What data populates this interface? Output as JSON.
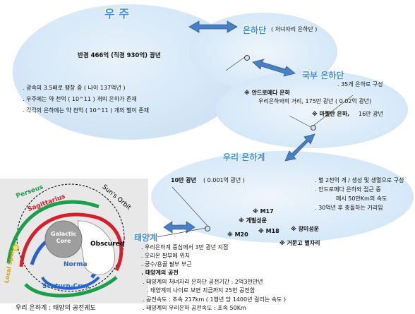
{
  "universe": {
    "title": "우 주",
    "radius": "반경 466억 (직경 930억) 광년",
    "lines": [
      ". 광속의 3.5배로 팽창 중 ( 나이 137억년 )",
      ". 우주에는 약 천억 ( 10^11 ) 개의 은하가 존재",
      ". 각각의 은하에는 약 천억 ( 10^11 ) 개의 별이 존재"
    ]
  },
  "supercluster": {
    "title": "은하단",
    "note": "( 처녀자리 은하단 )"
  },
  "local_group": {
    "title": "국부 은하단",
    "line1": ". 35개 은하로 구성",
    "andromeda": "※ 안드로메다 은하",
    "andromeda_detail": "우리은하와의 거리, 175만 광년 ( 0.02억 광년)",
    "magellan": "※ 마젤란 은하,",
    "magellan_detail": "16만 광년"
  },
  "milky_way": {
    "title": "우리 은하계",
    "size": "10만 광년",
    "size_detail": "( 0.001억 광년 )",
    "lines": [
      ". 별 2천억 개 / 생성 및 생멸으로 구성",
      ". 안드로메다 은하와 접근 중",
      "매시 50만Km의 속도",
      ". 30억년 후 충돌하는 거리임"
    ],
    "objects": [
      "※ M17",
      "※ 게벌성운",
      "※ M20",
      "※ M18",
      "※ 장미성운",
      "※ 거문고 별자리"
    ]
  },
  "solar_system": {
    "title": "태양계",
    "lines": [
      ". 우리은하계 중심에서 3만 광년 지점",
      ". 오리온 팔부에 위치",
      ". 궁수/용골 팔부 부근"
    ],
    "subtitle": ". 태양계의 공전",
    "orbit_lines": [
      ". 태양계의 처녀자리 은하단 공전기간 : 2억3천만년",
      ". 태양계의 나이로 보면 지금까지 25번 공전함",
      ". 공전속도 : 초속 217km ( 1행년 당 1400년 걸리는 속도 )",
      ". 태양계의 우리은하 공전속도 : 초속 50Km"
    ]
  },
  "galaxy_map": {
    "arms": [
      "Perseus",
      "Sagittarius",
      "Sun's Orbit",
      "Local Spur",
      "Galactic Core",
      "Obscured",
      "Norma",
      "Scuturn-Crux"
    ],
    "caption": "우리 은하계 : 태양의 공전궤도"
  },
  "colors": {
    "title_blue": "#3a8ee0",
    "arrow_blue": "#4a7fc1",
    "cloud": "#d6e8f7"
  }
}
